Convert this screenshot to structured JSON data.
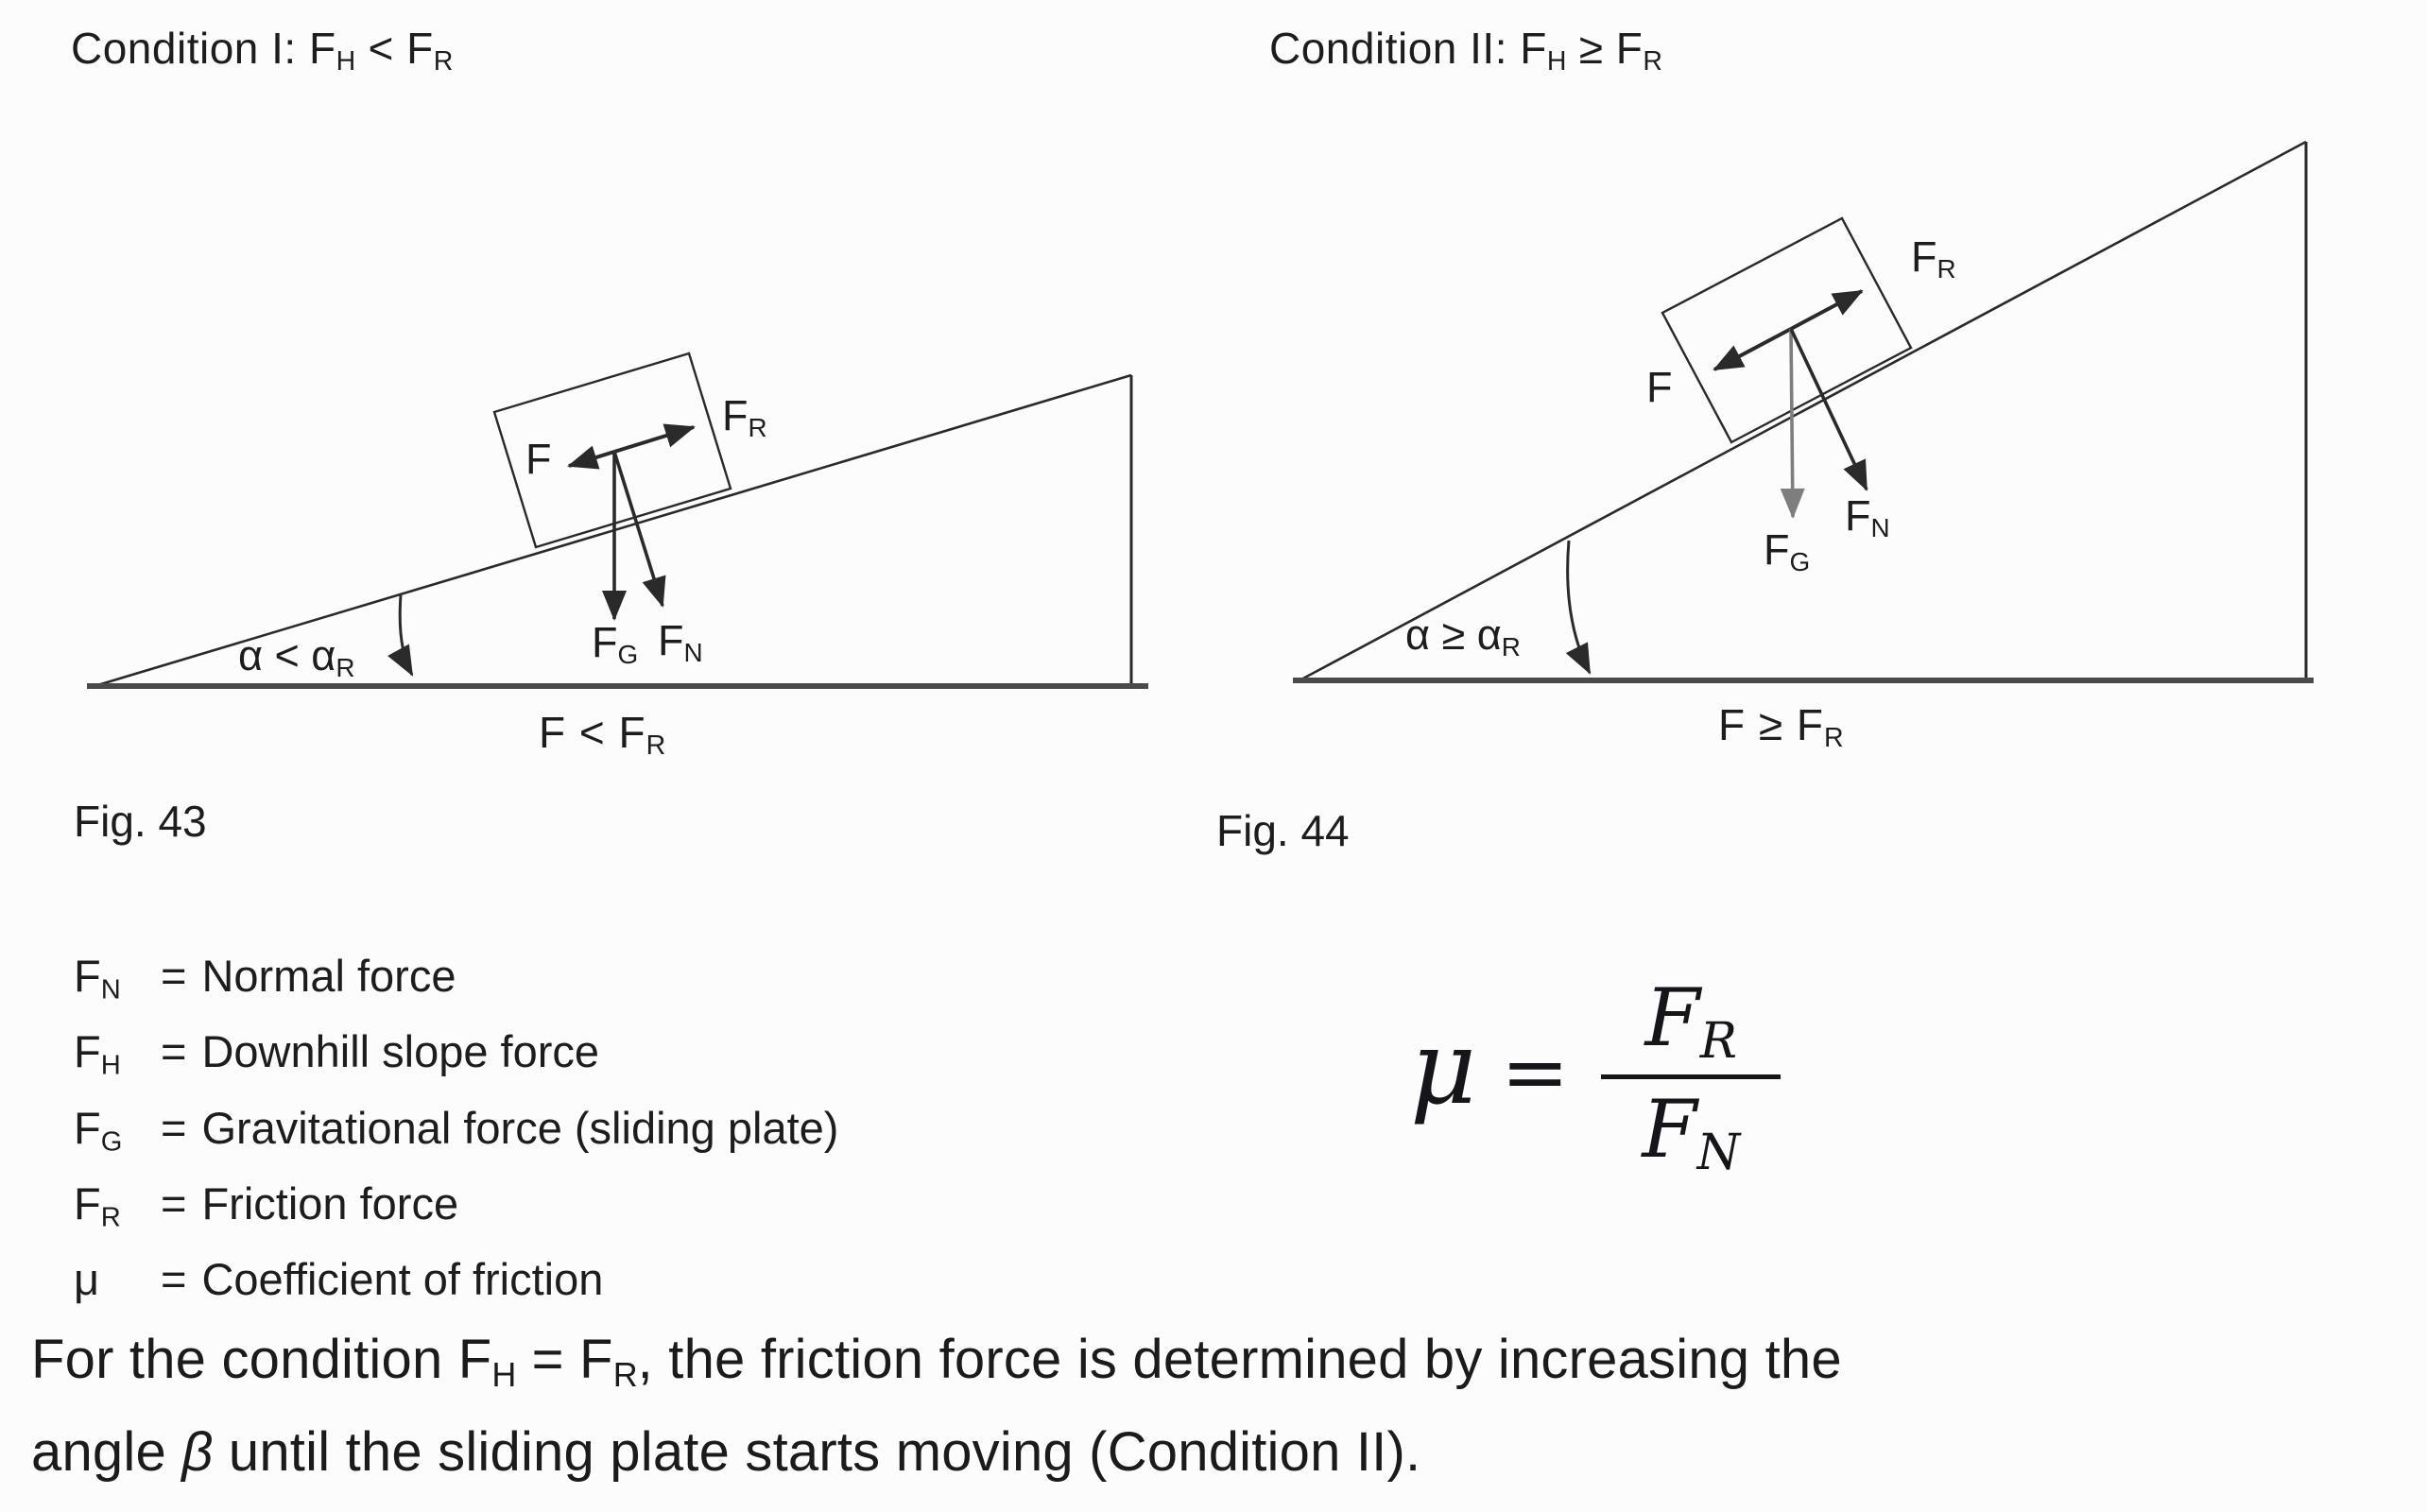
{
  "page": {
    "background": "#fcfcfc",
    "text_color": "#1d1d1f"
  },
  "headers": {
    "condition1": "Condition I: F_H < F_R",
    "condition2": "Condition II: F_H ≥ F_R"
  },
  "fig43": {
    "caption": "Fig. 43",
    "labels": {
      "friction": "F_R",
      "applied": "F",
      "gravity": "F_G",
      "normal": "F_N",
      "angle": "α < α_R",
      "base_condition": "F < F_R"
    }
  },
  "fig44": {
    "caption": "Fig. 44",
    "labels": {
      "friction": "F_R",
      "applied": "F",
      "gravity": "F_G",
      "normal": "F_N",
      "angle": "α ≥ α_R",
      "base_condition": "F ≥ F_R"
    }
  },
  "legend": {
    "rows": [
      {
        "sym": "F_N",
        "eq": "=",
        "desc": "Normal force"
      },
      {
        "sym": "F_H",
        "eq": "=",
        "desc": "Downhill slope force"
      },
      {
        "sym": "F_G",
        "eq": "=",
        "desc": "Gravitational force (sliding plate)"
      },
      {
        "sym": "F_R",
        "eq": "=",
        "desc": "Friction force"
      },
      {
        "sym": "μ",
        "eq": "=",
        "desc": "Coefficient of friction"
      }
    ]
  },
  "formula": {
    "mu": "μ",
    "equals": "=",
    "numerator": "F_R",
    "denominator": "F_N"
  },
  "paragraph": {
    "line1": "For the condition F_H = F_R, the friction force is determined by increasing the",
    "line2": "angle *β* until the sliding plate starts moving (Condition II)."
  }
}
